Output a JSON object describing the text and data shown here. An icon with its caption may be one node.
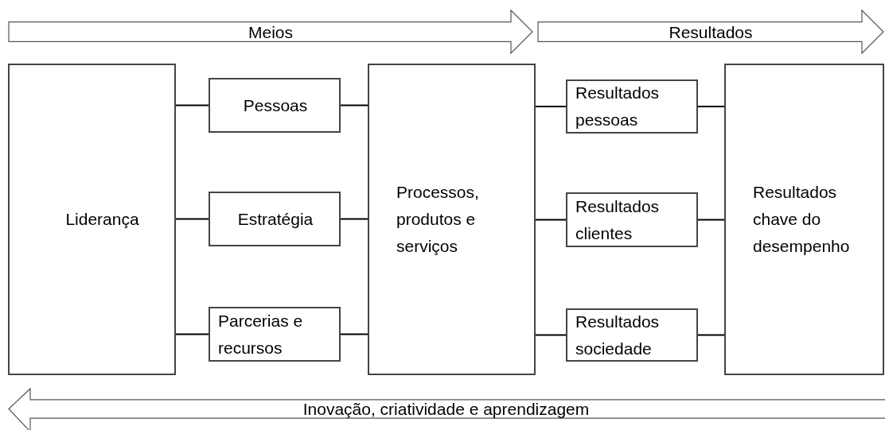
{
  "diagram": {
    "nodes": [
      {
        "text": [
          "Meios"
        ]
      },
      {
        "text": [
          "Resultados"
        ]
      },
      {
        "text": [
          "Liderança"
        ]
      },
      {
        "text": [
          "Pessoas"
        ]
      },
      {
        "text": [
          "Estratégia"
        ]
      },
      {
        "text": [
          "Parcerias e recursos"
        ]
      },
      {
        "text": [
          "Processos, produtos e serviços"
        ]
      },
      {
        "text": [
          "Resultados pessoas"
        ]
      },
      {
        "text": [
          "Resultados clientes"
        ]
      },
      {
        "text": [
          "Resultados sociedade"
        ]
      },
      {
        "text": [
          "Resultados chave do desempenho"
        ]
      },
      {
        "text": [
          "Inovação, criatividade e aprendizagem"
        ]
      }
    ],
    "edges": [
      {
        "from": 2,
        "to": 3,
        "arrow": "none"
      },
      {
        "from": 2,
        "to": 4,
        "arrow": "none"
      },
      {
        "from": 2,
        "to": 5,
        "arrow": "none"
      },
      {
        "from": 3,
        "to": 6,
        "arrow": "none"
      },
      {
        "from": 4,
        "to": 6,
        "arrow": "none"
      },
      {
        "from": 5,
        "to": 6,
        "arrow": "none"
      },
      {
        "from": 6,
        "to": 7,
        "arrow": "none"
      },
      {
        "from": 6,
        "to": 8,
        "arrow": "none"
      },
      {
        "from": 6,
        "to": 9,
        "arrow": "none"
      },
      {
        "from": 7,
        "to": 10,
        "arrow": "none"
      },
      {
        "from": 8,
        "to": 10,
        "arrow": "none"
      },
      {
        "from": 9,
        "to": 10,
        "arrow": "none"
      }
    ]
  }
}
